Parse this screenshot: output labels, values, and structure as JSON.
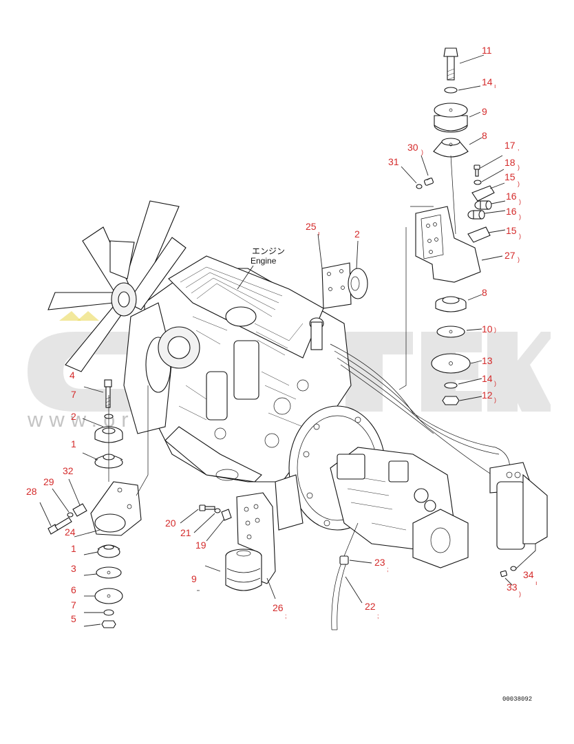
{
  "diagram": {
    "engine_label_jp": "エンジン",
    "engine_label_en": "Engine",
    "document_number": "00038092",
    "watermark_logo": "ORTEK",
    "watermark_url": "www.orte...i.com.tr",
    "callouts": {
      "c11": "11",
      "c14a": "14",
      "c9a": "9",
      "c8a": "8",
      "c30": "30",
      "c31": "31",
      "c17": "17",
      "c18": "18",
      "c15a": "15",
      "c16a": "16",
      "c16b": "16",
      "c15b": "15",
      "c27": "27",
      "c25": "25",
      "c2a": "2",
      "c8b": "8",
      "c10": "10",
      "c13": "13",
      "c14b": "14",
      "c12": "12",
      "c4": "4",
      "c7a": "7",
      "c2b": "2",
      "c1a": "1",
      "c32": "32",
      "c29": "29",
      "c28": "28",
      "c24": "24",
      "c1b": "1",
      "c3": "3",
      "c6": "6",
      "c7b": "7",
      "c5": "5",
      "c20": "20",
      "c21": "21",
      "c19": "19",
      "c9b": "9",
      "c26": "26",
      "c23": "23",
      "c22": "22",
      "c33": "33",
      "c34": "34"
    }
  }
}
